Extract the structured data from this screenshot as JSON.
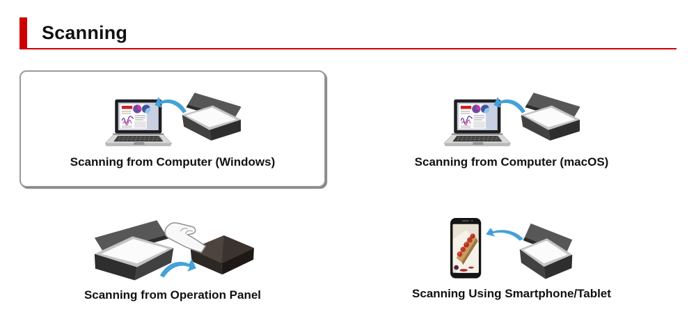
{
  "header": {
    "title": "Scanning"
  },
  "items": [
    {
      "id": "scanning-from-computer-windows",
      "label": "Scanning from Computer (Windows)",
      "illustration": "laptop-scanner-illustration",
      "highlighted": true
    },
    {
      "id": "scanning-from-computer-macos",
      "label": "Scanning from Computer (macOS)",
      "illustration": "laptop-scanner-illustration",
      "highlighted": false
    },
    {
      "id": "scanning-from-operation-panel",
      "label": "Scanning from Operation Panel",
      "illustration": "scanner-operation-panel-illustration",
      "highlighted": false
    },
    {
      "id": "scanning-using-smartphone-tablet",
      "label": "Scanning Using Smartphone/Tablet",
      "illustration": "smartphone-scanner-illustration",
      "highlighted": false
    }
  ],
  "colors": {
    "accent_red": "#cc0000",
    "arrow_blue": "#45a1d8",
    "card_border": "#999999",
    "text": "#111111"
  }
}
